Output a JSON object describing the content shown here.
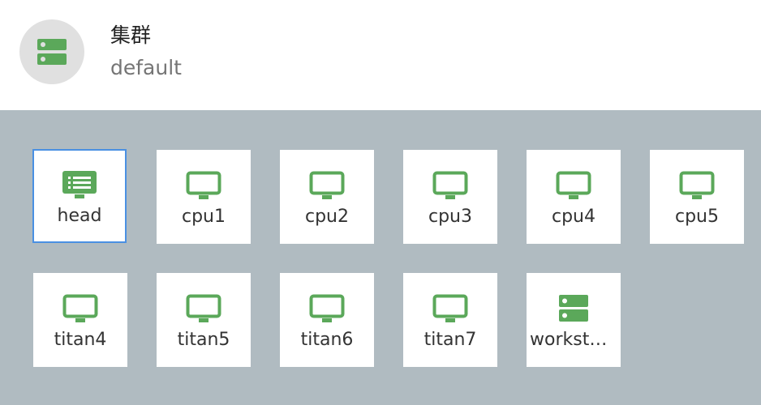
{
  "header": {
    "icon": "server-icon",
    "title": "集群",
    "subtitle": "default"
  },
  "colors": {
    "accent_green": "#5ba85a",
    "grid_background": "#b0bbc1",
    "selection_border": "#4a90e2"
  },
  "nodes": [
    {
      "label": "head",
      "icon": "monitor-list-icon",
      "selected": true
    },
    {
      "label": "cpu1",
      "icon": "monitor-icon"
    },
    {
      "label": "cpu2",
      "icon": "monitor-icon"
    },
    {
      "label": "cpu3",
      "icon": "monitor-icon"
    },
    {
      "label": "cpu4",
      "icon": "monitor-icon"
    },
    {
      "label": "cpu5",
      "icon": "monitor-icon"
    },
    {
      "label": "titan4",
      "icon": "monitor-icon"
    },
    {
      "label": "titan5",
      "icon": "monitor-icon"
    },
    {
      "label": "titan6",
      "icon": "monitor-icon"
    },
    {
      "label": "titan7",
      "icon": "monitor-icon"
    },
    {
      "label": "workstation",
      "icon": "server-icon"
    }
  ]
}
